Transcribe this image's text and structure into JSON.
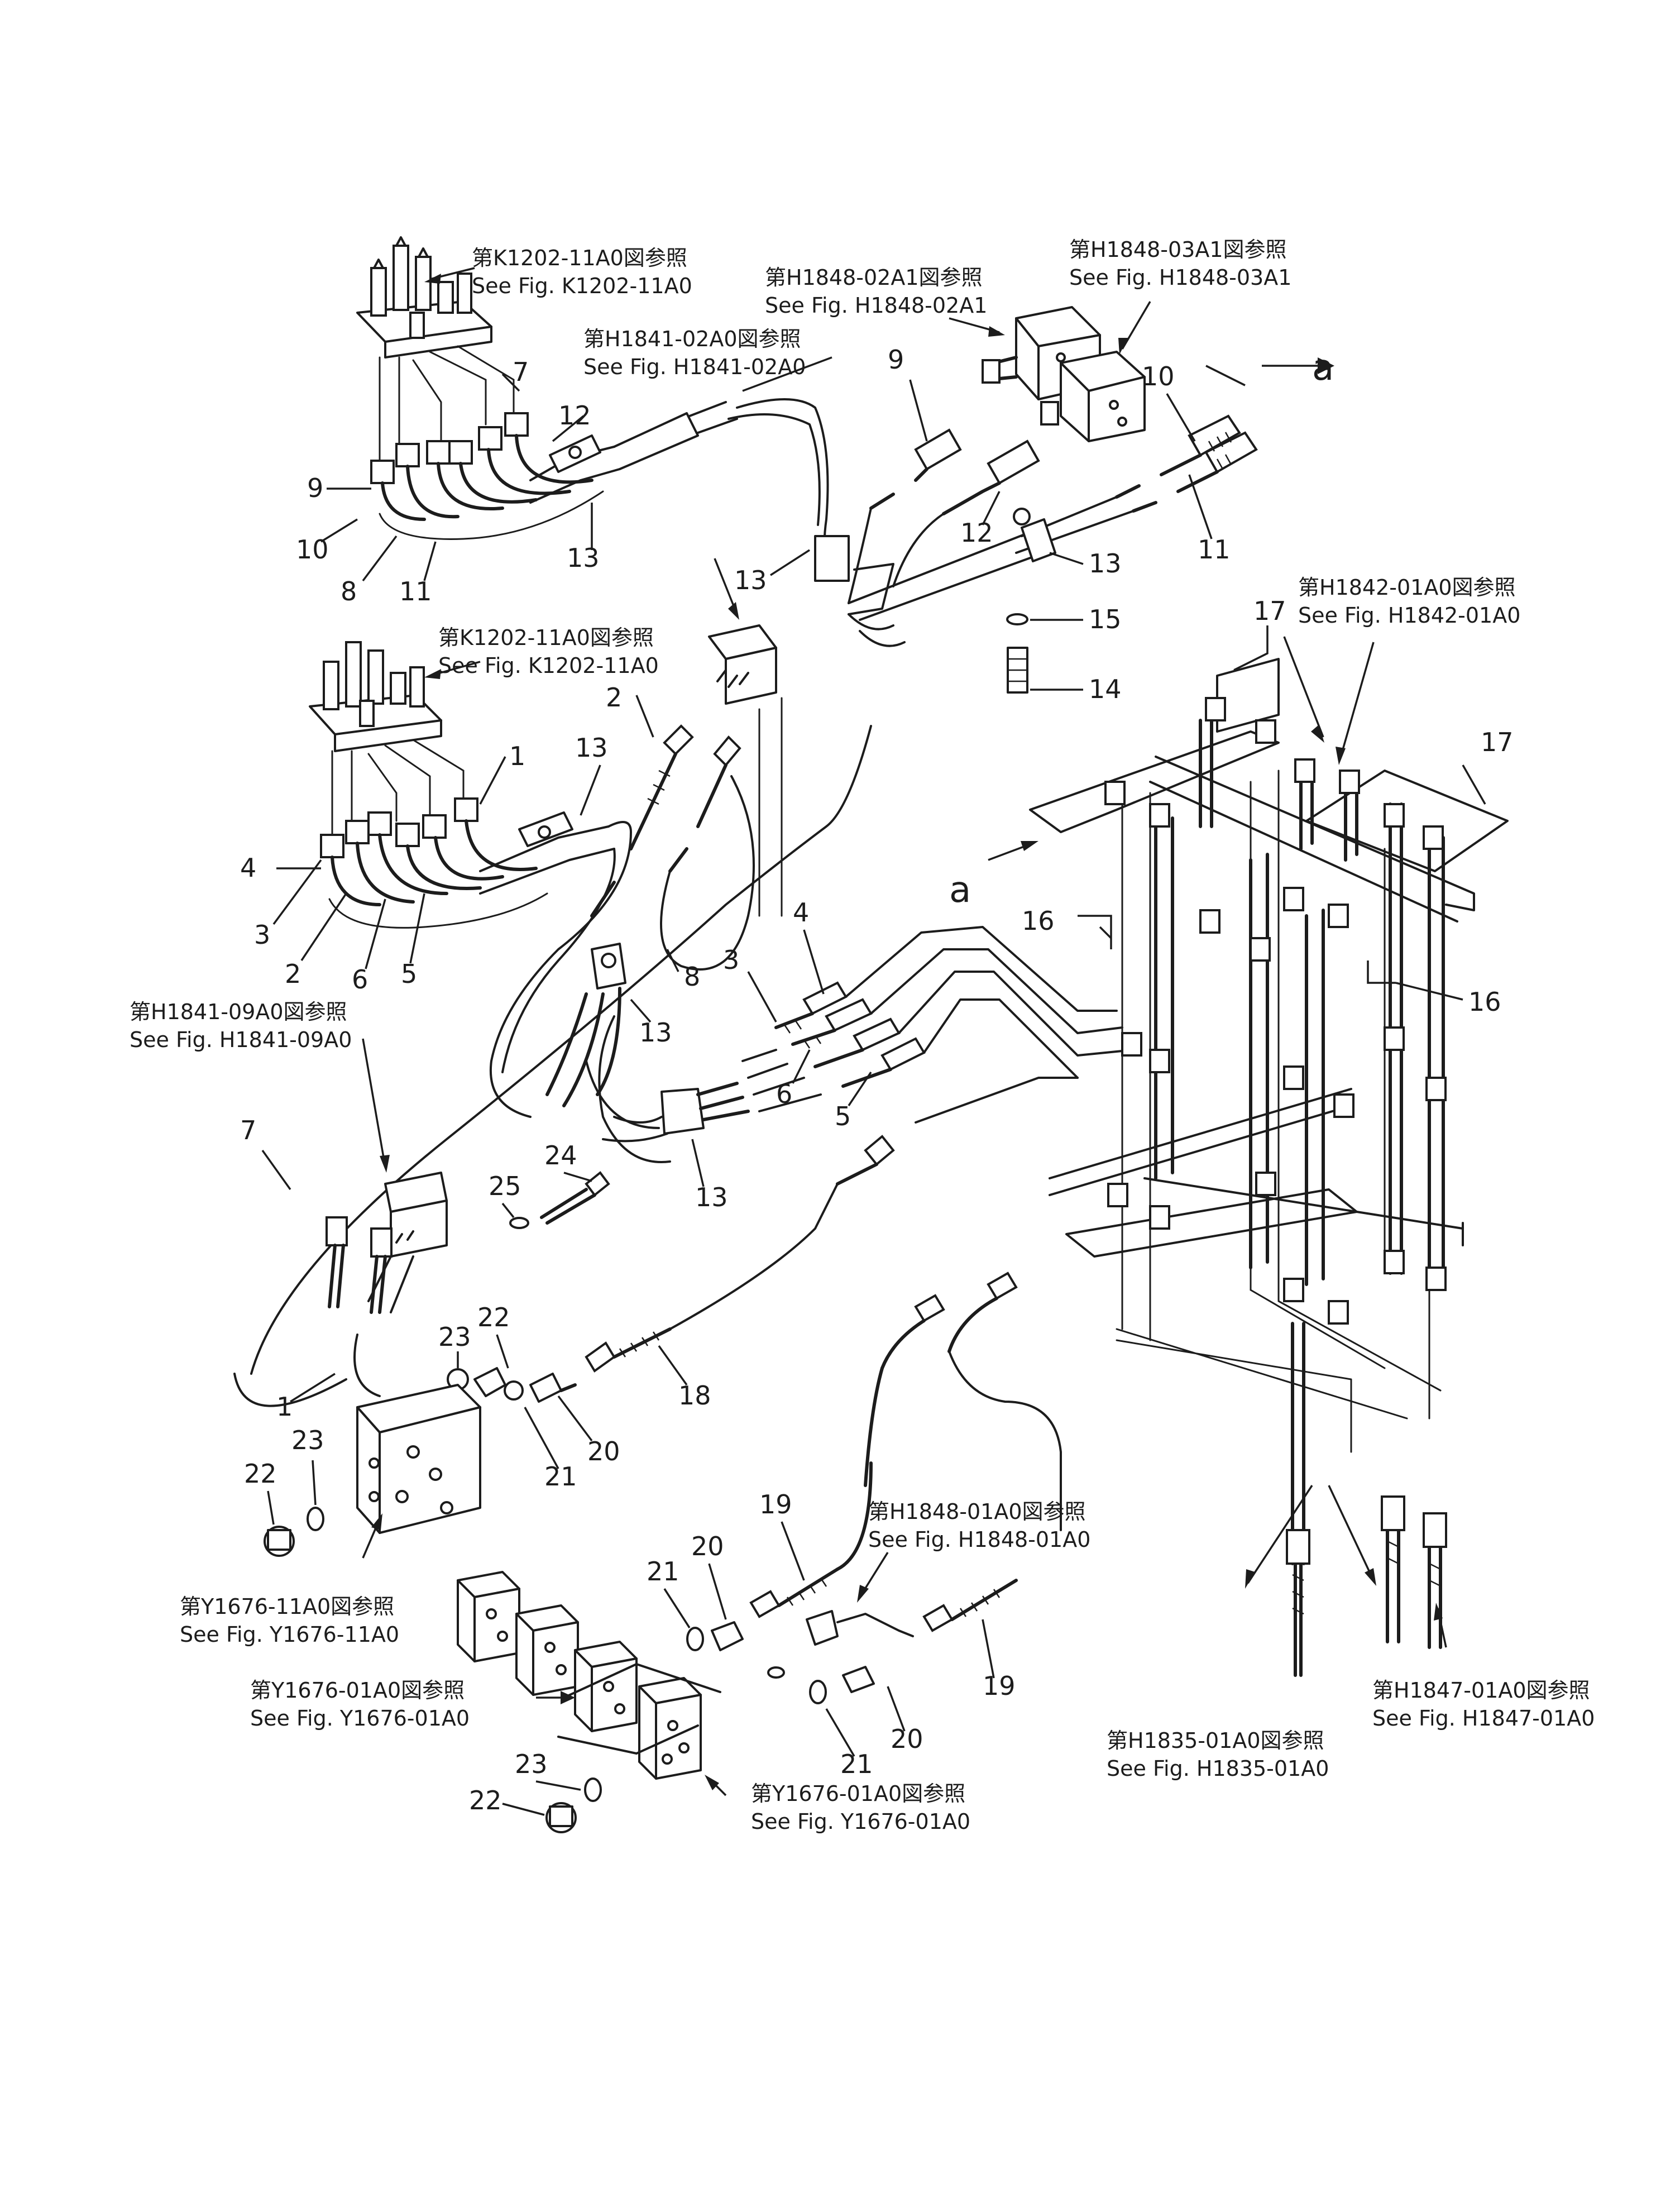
{
  "figure_refs": {
    "k1202_top": {
      "jp": "第K1202-11A0図参照",
      "en": "See  Fig. K1202-11A0"
    },
    "h1848_02a1": {
      "jp": "第H1848-02A1図参照",
      "en": "See  Fig. H1848-02A1"
    },
    "h1848_03a1": {
      "jp": "第H1848-03A1図参照",
      "en": "See  Fig. H1848-03A1"
    },
    "h1841_02a0": {
      "jp": "第H1841-02A0図参照",
      "en": "See  Fig. H1841-02A0"
    },
    "k1202_mid": {
      "jp": "第K1202-11A0図参照",
      "en": "See  Fig. K1202-11A0"
    },
    "h1842_01a0": {
      "jp": "第H1842-01A0図参照",
      "en": "See  Fig. H1842-01A0"
    },
    "h1841_09a0": {
      "jp": "第H1841-09A0図参照",
      "en": "See  Fig. H1841-09A0"
    },
    "h1848_01a0": {
      "jp": "第H1848-01A0図参照",
      "en": "See  Fig. H1848-01A0"
    },
    "y1676_11a0": {
      "jp": "第Y1676-11A0図参照",
      "en": "See  Fig. Y1676-11A0"
    },
    "y1676_01a0_a": {
      "jp": "第Y1676-01A0図参照",
      "en": "See  Fig. Y1676-01A0"
    },
    "y1676_01a0_b": {
      "jp": "第Y1676-01A0図参照",
      "en": "See  Fig. Y1676-01A0"
    },
    "h1835_01a0": {
      "jp": "第H1835-01A0図参照",
      "en": "See  Fig. H1835-01A0"
    },
    "h1847_01a0": {
      "jp": "第H1847-01A0図参照",
      "en": "See  Fig. H1847-01A0"
    }
  },
  "match_marks": {
    "a_right": "a",
    "a_left": "a"
  },
  "callouts": {
    "c7a": "7",
    "c12a": "12",
    "c9a": "9",
    "c10a": "10",
    "c8a": "8",
    "c11a": "11",
    "c13a": "13",
    "c9b": "9",
    "c10b": "10",
    "c11b": "11",
    "c12b": "12",
    "c13b": "13",
    "c13c": "13",
    "c15": "15",
    "c14": "14",
    "c17a": "17",
    "c17b": "17",
    "c1a": "1",
    "c13d": "13",
    "c4a": "4",
    "c3a": "3",
    "c2a": "2",
    "c6a": "6",
    "c5a": "5",
    "c2b": "2",
    "c8b": "8",
    "c13e": "13",
    "c16a": "16",
    "c16b": "16",
    "c4b": "4",
    "c3b": "3",
    "c6b": "6",
    "c5b": "5",
    "c13f": "13",
    "c7b": "7",
    "c25": "25",
    "c24": "24",
    "c23a": "23",
    "c22a": "22",
    "c18": "18",
    "c1b": "1",
    "c20a": "20",
    "c21a": "21",
    "c22b": "22",
    "c23b": "23",
    "c19a": "19",
    "c20b": "20",
    "c21b": "21",
    "c19b": "19",
    "c20c": "20",
    "c21c": "21",
    "c23c": "23",
    "c22c": "22"
  }
}
